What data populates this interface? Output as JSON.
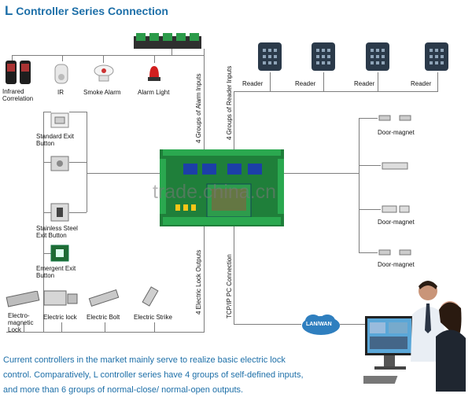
{
  "header": {
    "title_letter": "L",
    "title_rest": "Controller Series Connection"
  },
  "left_devices": {
    "infrared": "Infrared\nCorrelation",
    "ir": "IR",
    "smoke": "Smoke Alarm",
    "alarm_light": "Alarm Light",
    "standard_exit": "Standard Exit\nButton",
    "stainless_exit": "Stainless Steel\nExit Button",
    "emergent_exit": "Emergent Exit\nButton"
  },
  "bottom_devices": {
    "em_lock": "Electro-\nmagnetic\nLock",
    "electric_lock": "Electric lock",
    "electric_bolt": "Electric Bolt",
    "electric_strike": "Electric Strike"
  },
  "readers": [
    "Reader",
    "Reader",
    "Reader",
    "Reader"
  ],
  "door_magnets": [
    "Door-magnet",
    "Door-magnet",
    "Door-magnet"
  ],
  "connections": {
    "alarm_inputs": "4 Groups of Alarm Inputs",
    "reader_inputs": "4 Groups of Reader Inputs",
    "lock_outputs": "4 Electric Lock Outputs",
    "pc_connection": "TCP/IP PC Connection"
  },
  "network": {
    "cloud": "LAN/WAN"
  },
  "watermark": "trade.china.cn",
  "description": {
    "line1": "Current controllers in the market mainly serve to realize basic electric lock",
    "line2": "control. Comparatively, L controller series have 4 groups of self-defined inputs,",
    "line3": "and more than 6 groups of normal-close/ normal-open outputs."
  },
  "colors": {
    "title": "#1d6fa8",
    "board": "#1f7f3a",
    "cloud": "#2f7fbf",
    "lines": "#7d7d7d"
  }
}
